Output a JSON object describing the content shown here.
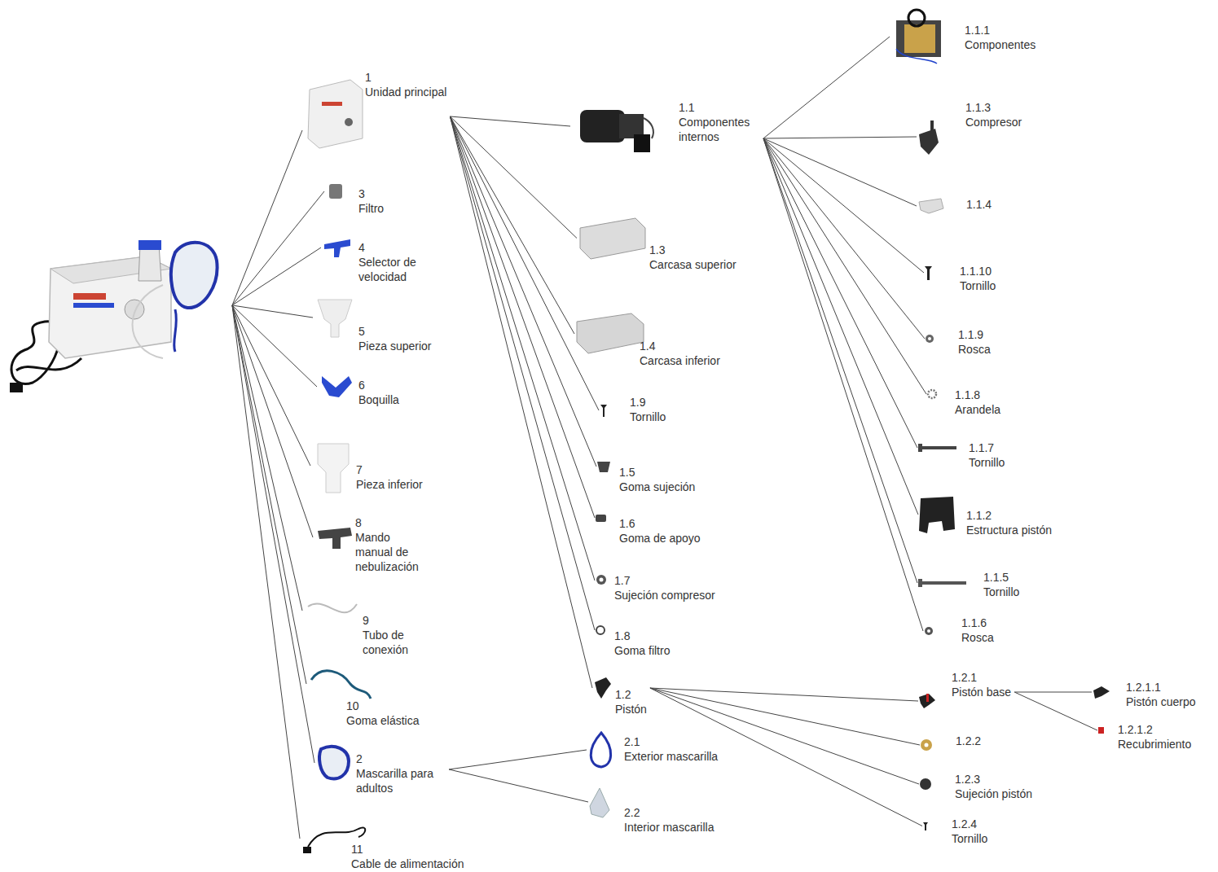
{
  "diagram": {
    "nodes": [
      {
        "text": [
          "1",
          "Unidad principal"
        ]
      },
      {
        "text": [
          "3",
          "Filtro"
        ]
      },
      {
        "text": [
          "4",
          "Selector de velocidad"
        ]
      },
      {
        "text": [
          "5",
          "Pieza superior"
        ]
      },
      {
        "text": [
          "6",
          "Boquilla"
        ]
      },
      {
        "text": [
          "7",
          "Pieza inferior"
        ]
      },
      {
        "text": [
          "8",
          "Mando manual de nebulización"
        ]
      },
      {
        "text": [
          "9",
          "Tubo de conexión"
        ]
      },
      {
        "text": [
          "10",
          "Goma elástica"
        ]
      },
      {
        "text": [
          "2",
          "Mascarilla para adultos"
        ]
      },
      {
        "text": [
          "11",
          "Cable de alimentación"
        ]
      },
      {
        "text": [
          "1.1",
          "Componentes internos"
        ]
      },
      {
        "text": [
          "1.3",
          "Carcasa superior"
        ]
      },
      {
        "text": [
          "1.4",
          "Carcasa inferior"
        ]
      },
      {
        "text": [
          "1.9",
          "Tornillo"
        ]
      },
      {
        "text": [
          "1.5",
          "Goma sujeción"
        ]
      },
      {
        "text": [
          "1.6",
          "Goma de apoyo"
        ]
      },
      {
        "text": [
          "1.7",
          "Sujeción compresor"
        ]
      },
      {
        "text": [
          "1.8",
          "Goma filtro"
        ]
      },
      {
        "text": [
          "1.2",
          "Pistón"
        ]
      },
      {
        "text": [
          "2.1",
          "Exterior mascarilla"
        ]
      },
      {
        "text": [
          "2.2",
          "Interior mascarilla"
        ]
      },
      {
        "text": [
          "1.1.1",
          "Componentes"
        ]
      },
      {
        "text": [
          "1.1.3",
          "Compresor"
        ]
      },
      {
        "text": [
          "1.1.4"
        ]
      },
      {
        "text": [
          "1.1.10",
          "Tornillo"
        ]
      },
      {
        "text": [
          "1.1.9",
          "Rosca"
        ]
      },
      {
        "text": [
          "1.1.8",
          "Arandela"
        ]
      },
      {
        "text": [
          "1.1.7",
          "Tornillo"
        ]
      },
      {
        "text": [
          "1.1.2",
          "Estructura pistón"
        ]
      },
      {
        "text": [
          "1.1.5",
          "Tornillo"
        ]
      },
      {
        "text": [
          "1.1.6",
          "Rosca"
        ]
      },
      {
        "text": [
          "1.2.1",
          "Pistón base"
        ]
      },
      {
        "text": [
          "1.2.2"
        ]
      },
      {
        "text": [
          "1.2.3",
          "Sujeción pistón"
        ]
      },
      {
        "text": [
          "1.2.4",
          "Tornillo"
        ]
      },
      {
        "text": [
          "1.2.1.1",
          "Pistón cuerpo"
        ]
      },
      {
        "text": [
          "1.2.1.2",
          "Recubrimiento"
        ]
      }
    ],
    "edges": [
      {
        "from": 0,
        "to": 11,
        "arrow": "none"
      },
      {
        "from": 0,
        "to": 12,
        "arrow": "none"
      },
      {
        "from": 0,
        "to": 13,
        "arrow": "none"
      },
      {
        "from": 0,
        "to": 14,
        "arrow": "none"
      },
      {
        "from": 0,
        "to": 15,
        "arrow": "none"
      },
      {
        "from": 0,
        "to": 16,
        "arrow": "none"
      },
      {
        "from": 0,
        "to": 17,
        "arrow": "none"
      },
      {
        "from": 0,
        "to": 18,
        "arrow": "none"
      },
      {
        "from": 0,
        "to": 19,
        "arrow": "none"
      },
      {
        "from": 9,
        "to": 20,
        "arrow": "none"
      },
      {
        "from": 9,
        "to": 21,
        "arrow": "none"
      },
      {
        "from": 11,
        "to": 22,
        "arrow": "none"
      },
      {
        "from": 11,
        "to": 23,
        "arrow": "none"
      },
      {
        "from": 11,
        "to": 24,
        "arrow": "none"
      },
      {
        "from": 11,
        "to": 25,
        "arrow": "none"
      },
      {
        "from": 11,
        "to": 26,
        "arrow": "none"
      },
      {
        "from": 11,
        "to": 27,
        "arrow": "none"
      },
      {
        "from": 11,
        "to": 28,
        "arrow": "none"
      },
      {
        "from": 11,
        "to": 29,
        "arrow": "none"
      },
      {
        "from": 11,
        "to": 30,
        "arrow": "none"
      },
      {
        "from": 11,
        "to": 31,
        "arrow": "none"
      },
      {
        "from": 19,
        "to": 32,
        "arrow": "none"
      },
      {
        "from": 19,
        "to": 33,
        "arrow": "none"
      },
      {
        "from": 19,
        "to": 34,
        "arrow": "none"
      },
      {
        "from": 19,
        "to": 35,
        "arrow": "none"
      },
      {
        "from": 32,
        "to": 36,
        "arrow": "none"
      },
      {
        "from": 32,
        "to": 37,
        "arrow": "none"
      }
    ]
  }
}
